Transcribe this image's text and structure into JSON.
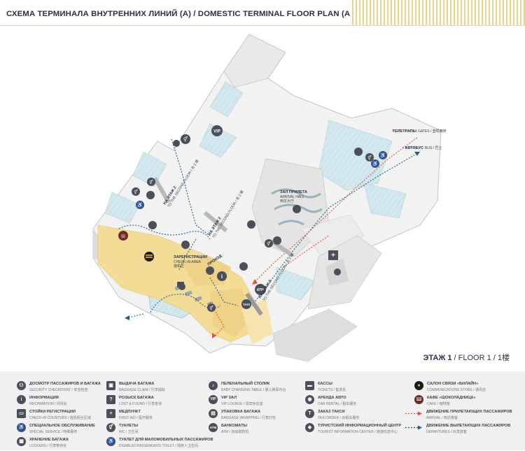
{
  "header": {
    "title": "СХЕМА ТЕРМИНАЛА ВНУТРЕННИХ ЛИНИЙ (А)  /  DOMESTIC TERMINAL  FLOOR PLAN (A)  / 国内航站楼示意图 (A)"
  },
  "map": {
    "vip_label": "VIP",
    "arrival_hall_ru": "ЗАЛ ПРИЛЕТА",
    "arrival_hall_en": "ARRIVAL HALL",
    "arrival_hall_cn": "到达大厅",
    "registration_ru": "ЗАРЕГИСТРАЦИИ",
    "registration_en": "CHECK-IN AREA",
    "registration_cn": "值机区",
    "exit_ru": "ПРОХОД",
    "to_second_floor_1": "НА ЭТАЖ 2",
    "to_second_floor_1_en": "TO THE SECOND FLOOR / 去 2 楼",
    "to_second_floor_2": "НА ЭТАЖ 2",
    "to_second_floor_2_en": "TO THE SECOND FLOOR / 去 2 楼",
    "to_second_floor_3": "НА ЭТАЖ 2",
    "to_second_floor_3_en": "TO THE SECOND FLOOR / 去 2 楼",
    "gates_ru": "ТЕЛЕТРАПЫ",
    "gates_en": "GATES / 登机廊桥",
    "bus_ru": "АВТОБУС",
    "bus_en": "BUS / 巴士",
    "atm_label": "ATM",
    "taxi_label": "TAXI"
  },
  "floor": {
    "ru": "ЭТАЖ 1",
    "rest": " / FLOOR 1 / 1楼"
  },
  "legend": {
    "items": [
      {
        "icon": "security-icon",
        "glyph": "⚇",
        "ru": "ДОСМОТР ПАССАЖИРОВ И БАГАЖА",
        "en": "SECURITY CHECKPOINT / 安全检查"
      },
      {
        "icon": "info-icon",
        "glyph": "i",
        "ru": "ИНФОРМАЦИЯ",
        "en": "INFORMATION / 问讯处"
      },
      {
        "icon": "checkin-icon",
        "glyph": "▭",
        "ru": "СТОЙКИ РЕГИСТРАЦИИ",
        "en": "CHECK-IN COUNTERS / 值机柜台区域"
      },
      {
        "icon": "special-service-icon",
        "glyph": "♿",
        "ru": "СПЕЦИАЛЬНОЕ ОБСЛУЖИВАНИЕ",
        "en": "SPECIAL SERVICE / 特殊服务"
      },
      {
        "icon": "luggage-storage-icon",
        "glyph": "▦",
        "ru": "ХРАНЕНИЕ БАГАЖА",
        "en": "LOCKERS / 行李寄存处"
      },
      {
        "icon": "baggage-claim-icon",
        "glyph": "▣",
        "ru": "ВЫДАЧА БАГАЖА",
        "en": "BAGGAGE CLAIM / 行李提取"
      },
      {
        "icon": "lost-found-icon",
        "glyph": "?",
        "ru": "РОЗЫСК БАГАЖА",
        "en": "LOST & FOUND / 行李查询"
      },
      {
        "icon": "first-aid-icon",
        "glyph": "+",
        "ru": "МЕДПУНКТ",
        "en": "FIRST AID / 医疗服务"
      },
      {
        "icon": "toilets-icon",
        "glyph": "⚥",
        "ru": "ТУАЛЕТЫ",
        "en": "WC / 卫生间"
      },
      {
        "icon": "disabled-toilet-icon",
        "glyph": "♿",
        "ru": "ТУАЛЕТ ДЛЯ МАЛОМОБИЛЬНЫХ ПАССАЖИРОВ",
        "en": "DISABLED PASSENGERS TOILET / 残疾人卫生间"
      },
      {
        "icon": "baby-changing-icon",
        "glyph": "♪",
        "ru": "ПЕЛЕНАЛЬНЫЙ СТОЛИК",
        "en": "BABY CHANGING TABLE / 婴儿换尿布台"
      },
      {
        "icon": "vip-icon",
        "glyph": "VIP",
        "ru": "VIP ЗАЛ",
        "en": "VIP LOUNGE / 贵宾休息室"
      },
      {
        "icon": "baggage-wrapping-icon",
        "glyph": "▤",
        "ru": "УПАКОВКА БАГАЖА",
        "en": "BAGGAGE WRAPPING / 行李打包"
      },
      {
        "icon": "atm-icon",
        "glyph": "ATM",
        "ru": "БАНКОМАТЫ",
        "en": "ATM / 自动取款机"
      },
      {
        "icon": "tickets-icon",
        "glyph": "▬",
        "ru": "КАССЫ",
        "en": "TICKETS / 售票处"
      },
      {
        "icon": "car-rental-icon",
        "glyph": "◉",
        "ru": "АРЕНДА АВТО",
        "en": "CAR RENTAL / 租车服务"
      },
      {
        "icon": "taxi-icon",
        "glyph": "T",
        "ru": "ЗАКАЗ ТАКСИ",
        "en": "TAXI ORDER / 出租车服务"
      },
      {
        "icon": "tourist-info-icon",
        "glyph": "◈",
        "ru": "ТУРИСТСКИЙ ИНФОРМАЦИОННЫЙ ЦЕНТР",
        "en": "TOURIST INFORMATION CENTER / 旅游信息中心"
      },
      {
        "icon": "beeline-icon",
        "glyph": "●",
        "ru": "САЛОН СВЯЗИ «БИЛАЙН»",
        "en": "COMMUNICATIONS STORE / 通讯店"
      },
      {
        "icon": "cafe-icon",
        "glyph": "Ш",
        "ru": "КАФЕ «ШОКОЛАДНИЦА»",
        "en": "CAFE / 咖啡馆"
      },
      {
        "icon": "arrivals-flow-icon",
        "glyph": "",
        "ru": "ДВИЖЕНИЕ ПРИЛЕТАЮЩИХ ПАССАЖИРОВ",
        "en": "ARRIVAL / 到达旅客"
      },
      {
        "icon": "departures-flow-icon",
        "glyph": "",
        "ru": "ДВИЖЕНИЕ ВЫЛЕТАЮЩИХ ПАССАЖИРОВ",
        "en": "DEPARTURES / 出发旅客"
      }
    ]
  },
  "colors": {
    "title": "#2a2f4a",
    "building": "#f2f2f2",
    "wall": "#c9c9c9",
    "glass": "#cfe6ec",
    "yellow_zone": "#f3dc96",
    "icon": "#4b4f5a",
    "arrival_flow": "#e2503a",
    "departure_flow": "#1f5f8b"
  }
}
